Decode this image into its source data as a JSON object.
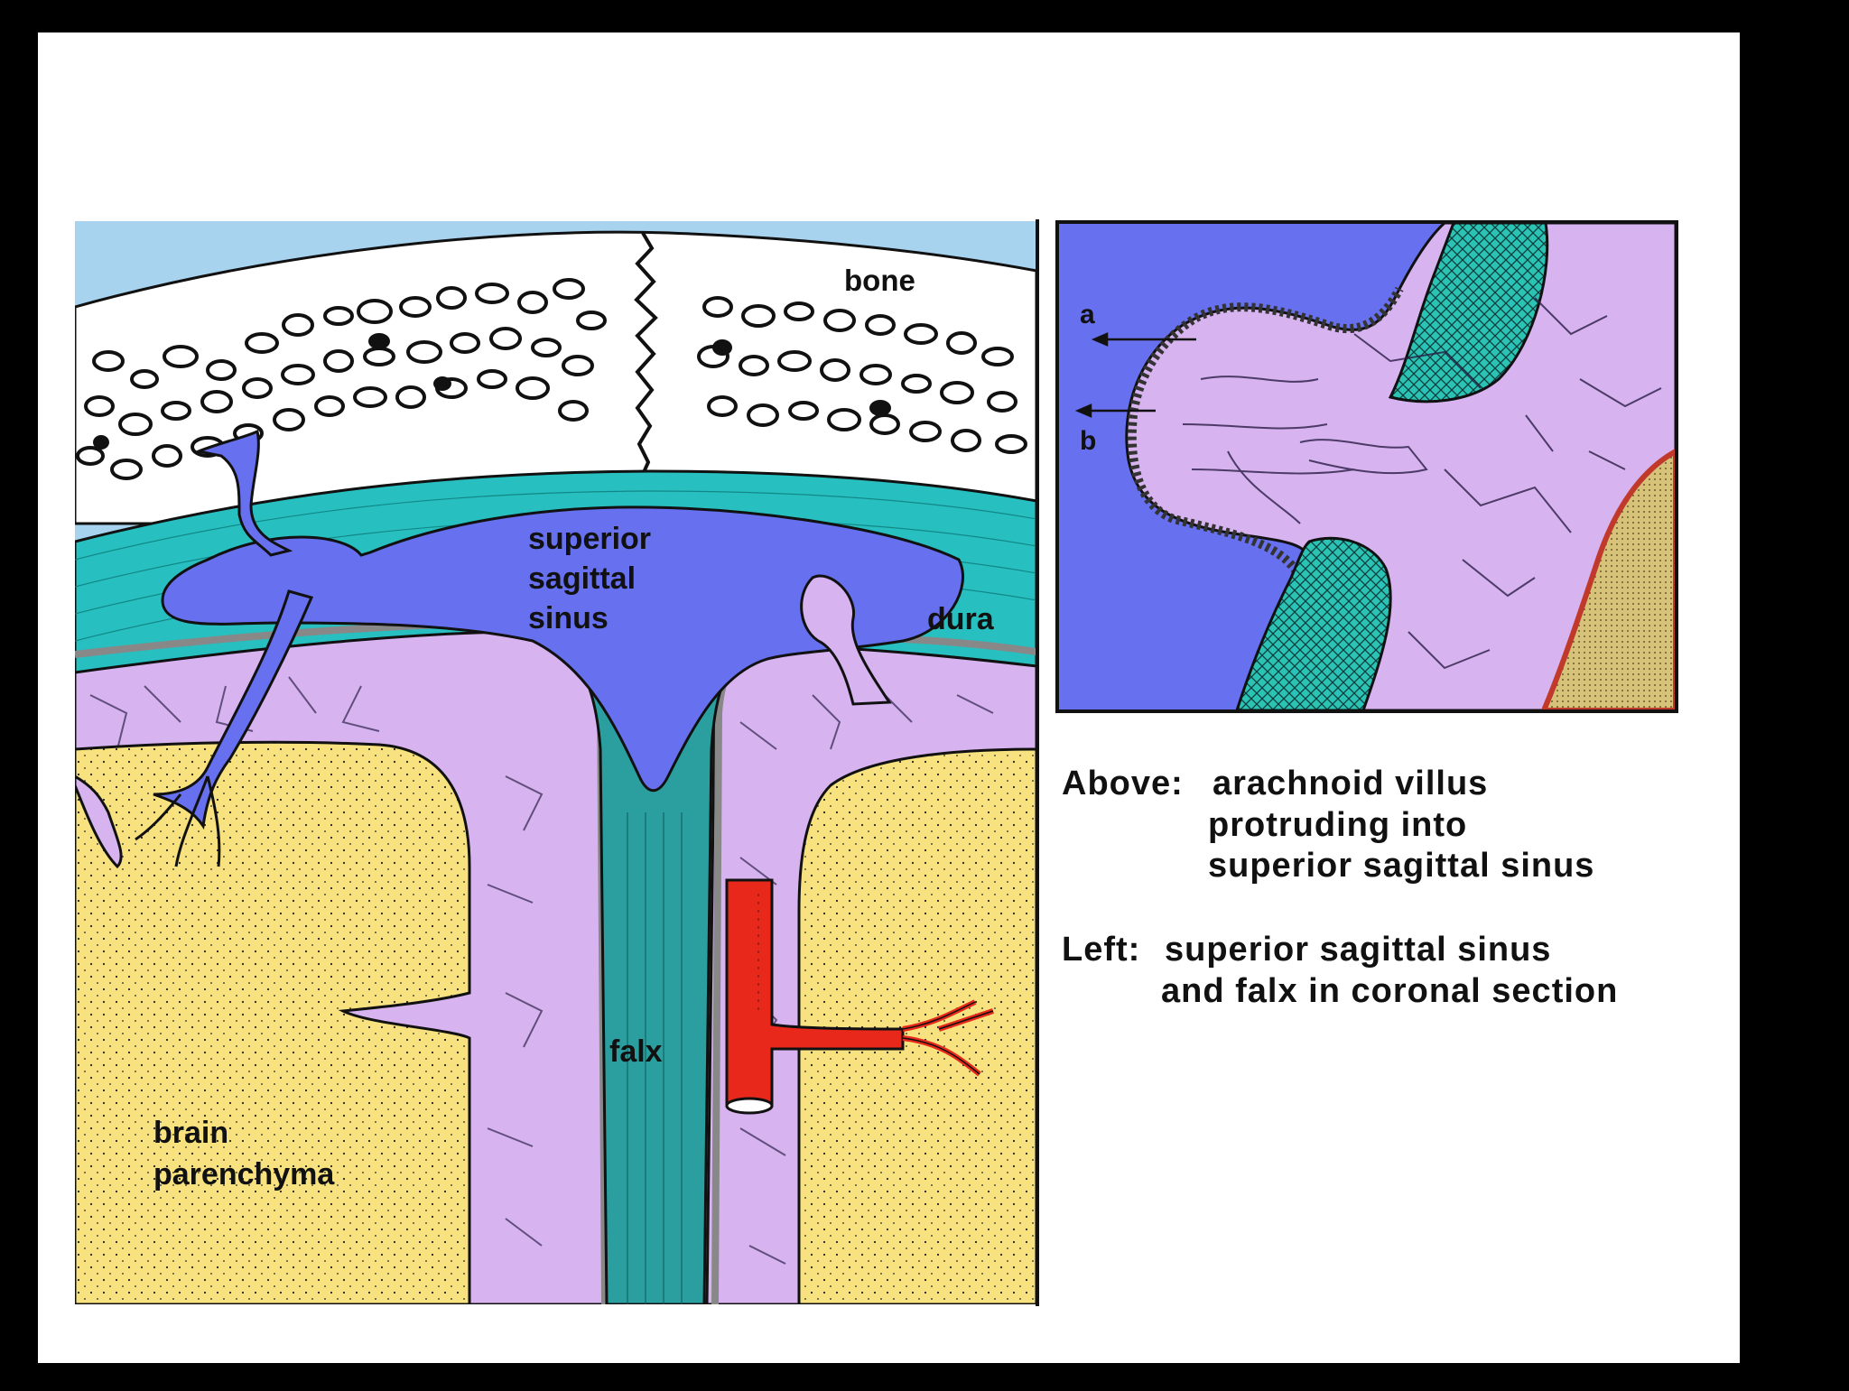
{
  "colors": {
    "background": "#000000",
    "slide": "#ffffff",
    "sky": "#a7d3ef",
    "bone": "#ffffff",
    "dura": "#27bfbf",
    "falx": "#2b9f9f",
    "sinus": "#6770ee",
    "arachnoid": "#d7b3f0",
    "brain": "#f7e27f",
    "artery": "#e8281a",
    "outline": "#111111"
  },
  "icons": {
    "left_panel": "coronal-section-diagram",
    "inset": "arachnoid-villus-diagram"
  },
  "labels": {
    "bone": "bone",
    "sinus_line1": "superior",
    "sinus_line2": "sagittal",
    "sinus_line3": "sinus",
    "dura": "dura",
    "falx": "falx",
    "brain_line1": "brain",
    "brain_line2": "parenchyma",
    "inset_a": "a",
    "inset_b": "b"
  },
  "caption": {
    "above_label": "Above:",
    "above_line1": "arachnoid villus",
    "above_line2": "protruding into",
    "above_line3": "superior sagittal sinus",
    "left_label": "Left:",
    "left_line1": "superior sagittal sinus",
    "left_line2": "and falx in coronal section"
  }
}
